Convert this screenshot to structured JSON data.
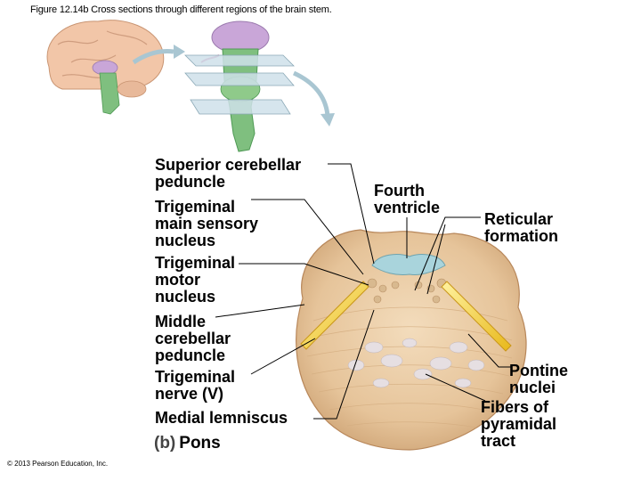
{
  "figure_title": "Figure 12.14b  Cross sections through different regions of the brain stem.",
  "labels_left": {
    "superior_cerebellar_peduncle": "Superior cerebellar\npeduncle",
    "trigeminal_main_sensory_nucleus": "Trigeminal\nmain sensory\nnucleus",
    "trigeminal_motor_nucleus": "Trigeminal\nmotor\nnucleus",
    "middle_cerebellar_peduncle": "Middle\ncerebellar\npeduncle",
    "trigeminal_nerve": "Trigeminal\nnerve (V)",
    "medial_lemniscus": "Medial lemniscus"
  },
  "labels_right": {
    "fourth_ventricle": "Fourth\nventricle",
    "reticular_formation": "Reticular\nformation",
    "pontine_nuclei": "Pontine\nnuclei",
    "fibers_of_pyramidal_tract": "Fibers of\npyramidal\ntract"
  },
  "caption": {
    "letter": "(b)",
    "name": "Pons"
  },
  "copyright": "© 2013 Pearson Education, Inc.",
  "colors": {
    "brain": "#f2c6a8",
    "cerebellum_stem": "#7fbf7f",
    "midbrain": "#c9a6d8",
    "plane": "#cfe0ea",
    "arrow": "#a9c6d2",
    "pons": "#e8c9a0",
    "ventricle": "#a9d4dc",
    "nerve": "#f2cf3a"
  }
}
